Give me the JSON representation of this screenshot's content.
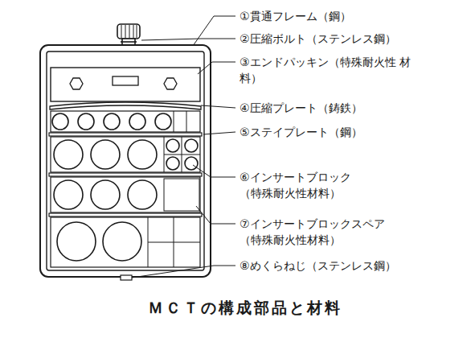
{
  "diagram": {
    "caption": "ＭＣＴの構成部品と材料",
    "labels": [
      "①貫通フレーム（鋼）",
      "②圧縮ボルト（ステンレス鋼）",
      "③エンドパッキン（特殊耐火性 材料）",
      "④圧縮プレート（鋳鉄）",
      "⑤ステイプレート（鋼）",
      "⑥インサートブロック （特殊耐火性材料）",
      "⑦インサートブロックスペア （特殊耐火性材料）",
      "⑧めくらねじ（ステンレス鋼）"
    ]
  }
}
